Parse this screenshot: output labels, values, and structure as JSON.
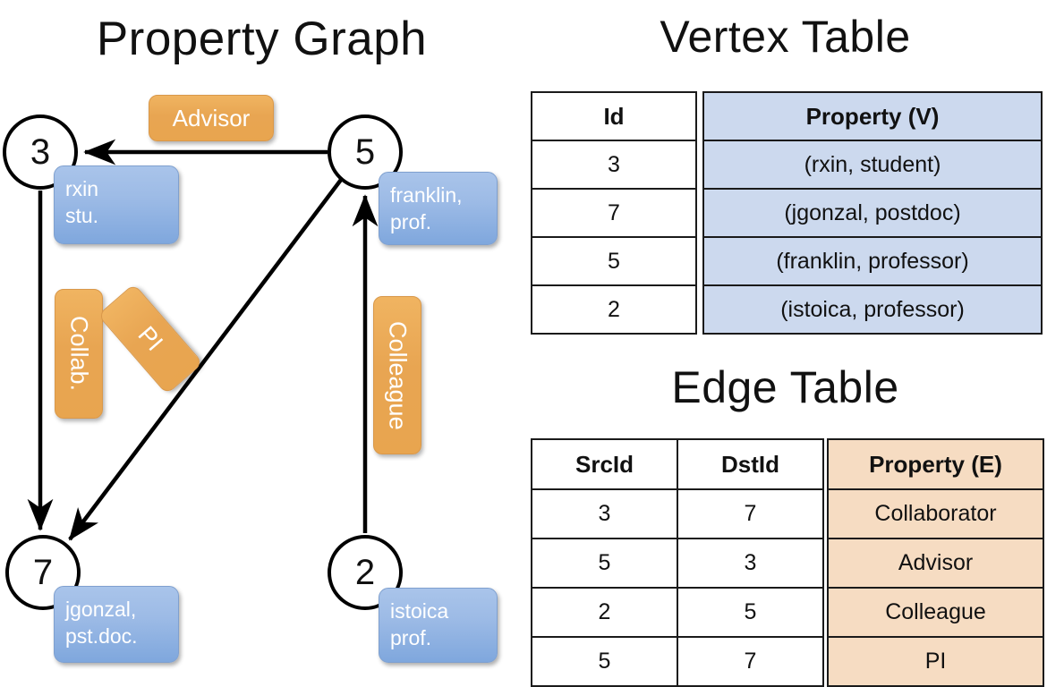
{
  "titles": {
    "property_graph": "Property Graph",
    "vertex_table": "Vertex Table",
    "edge_table": "Edge Table"
  },
  "graph": {
    "vertices": [
      {
        "id": "3",
        "property_lines": [
          "rxin",
          "stu."
        ]
      },
      {
        "id": "5",
        "property_lines": [
          "franklin,",
          "prof."
        ]
      },
      {
        "id": "7",
        "property_lines": [
          "jgonzal,",
          "pst.doc."
        ]
      },
      {
        "id": "2",
        "property_lines": [
          "istoica",
          "prof."
        ]
      }
    ],
    "edge_labels": [
      {
        "name": "advisor",
        "text": "Advisor",
        "orientation": "horizontal"
      },
      {
        "name": "collab",
        "text": "Collab.",
        "orientation": "vertical"
      },
      {
        "name": "pi",
        "text": "PI",
        "orientation": "diagonal"
      },
      {
        "name": "colleague",
        "text": "Colleague",
        "orientation": "vertical"
      }
    ]
  },
  "vertex_table": {
    "headers": [
      "Id",
      "Property (V)"
    ],
    "rows": [
      {
        "id": "3",
        "property": "(rxin, student)"
      },
      {
        "id": "7",
        "property": "(jgonzal, postdoc)"
      },
      {
        "id": "5",
        "property": "(franklin, professor)"
      },
      {
        "id": "2",
        "property": "(istoica, professor)"
      }
    ]
  },
  "edge_table": {
    "headers": [
      "SrcId",
      "DstId",
      "Property (E)"
    ],
    "rows": [
      {
        "src": "3",
        "dst": "7",
        "property": "Collaborator"
      },
      {
        "src": "5",
        "dst": "3",
        "property": "Advisor"
      },
      {
        "src": "2",
        "dst": "5",
        "property": "Colleague"
      },
      {
        "src": "5",
        "dst": "7",
        "property": "PI"
      }
    ]
  },
  "colors": {
    "vertex_property_blue": "#9dbbe6",
    "edge_label_orange": "#e8a552",
    "table_blue_cell": "#ccd9ee",
    "table_orange_cell": "#f6dcc2",
    "stroke": "#000000"
  }
}
